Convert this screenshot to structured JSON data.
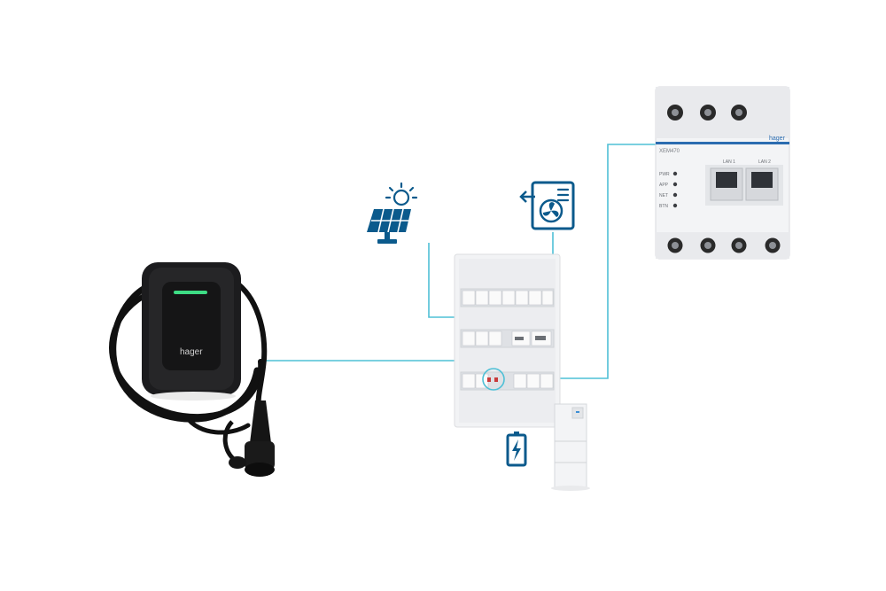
{
  "colors": {
    "connector": "#4fc0d6",
    "icon_blue": "#0b5a8c",
    "charger_body": "#1c1c1e",
    "charger_led": "#3ddc84",
    "device_white": "#f3f4f6",
    "hager_blue": "#2b6cb0"
  },
  "wallbox": {
    "brand": "hager"
  },
  "energy_manager": {
    "brand": "hager",
    "model": "XEM470",
    "ports": [
      "LAN 1",
      "LAN 2"
    ],
    "leds": [
      "PWR",
      "APP",
      "NET",
      "BTN"
    ]
  },
  "icons": [
    "solar-panel-icon",
    "heat-pump-icon",
    "battery-charging-icon"
  ]
}
